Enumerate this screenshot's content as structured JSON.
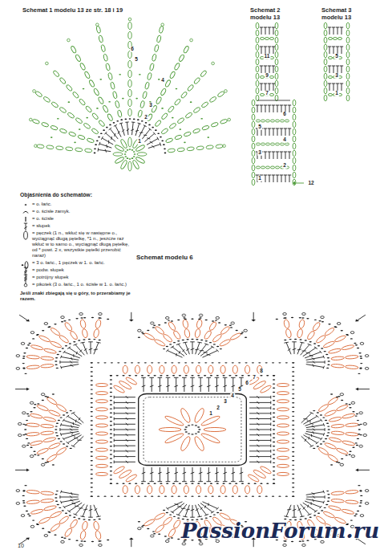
{
  "diagram": {
    "labels": [
      "Schemat 1 modelu 13 ze str. 18 i 19",
      "Schemat 2 modelu 13",
      "Schemat 3 modelu 13",
      "1",
      "2",
      "3",
      "4",
      "5",
      "6",
      "11",
      "9",
      "7",
      "6",
      "5",
      "4",
      "3",
      "2",
      "1",
      "12",
      "5",
      "3",
      "1",
      "Objaśnienia do schematów:",
      "Jeśli znaki zbiegają się u góry, to przerabiamy je razem.",
      "Schemat modelu 6",
      "1",
      "2",
      "3",
      "4",
      "5",
      "6",
      "7",
      "8",
      "10",
      "PassionForum.ru"
    ],
    "legend": [
      {
        "text": "= o. łańc."
      },
      {
        "text": "= o. ścisłe zamyk."
      },
      {
        "text": "= o. ścisłe"
      },
      {
        "text": "= słupek"
      },
      {
        "text": "= pęczek (1 n., wkłuć się w następne o., wyciągnąć długą pętelkę, *1 n., jeszcze raz wkłuć w to samo o., wyciągnąć długą pętelkę, od * powt. 2 x, wszystkie pętelki przerobić naraz)"
      },
      {
        "text": "= 3 o. łańc., 1 pęczek w 1. o. łańc."
      },
      {
        "text": "= podw. słupek"
      },
      {
        "text": "= potrójny słupek"
      },
      {
        "text": "= pikotek (3 o. łańc., 1 o. ścisłe w 1. o. łańc.)"
      }
    ]
  }
}
